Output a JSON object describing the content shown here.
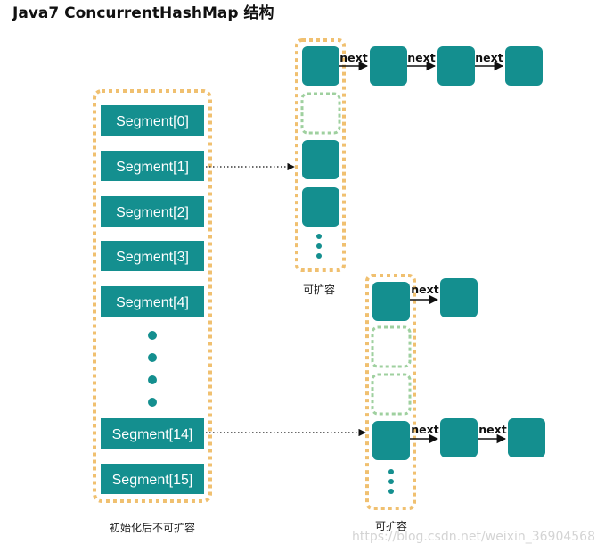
{
  "title": "Java7 ConcurrentHashMap 结构",
  "segments": [
    "Segment[0]",
    "Segment[1]",
    "Segment[2]",
    "Segment[3]",
    "Segment[4]",
    "Segment[14]",
    "Segment[15]"
  ],
  "segment_array_caption": "初始化后不可扩容",
  "table_caption": "可扩容",
  "link_label": "next",
  "watermark": "https://blog.csdn.net/weixin_36904568",
  "colors": {
    "teal": "#148f8f",
    "orange_dashed": "#f0c070",
    "green_dashed": "#9fd09f",
    "dot": "#148f8f",
    "watermark": "#d4d4d4"
  }
}
